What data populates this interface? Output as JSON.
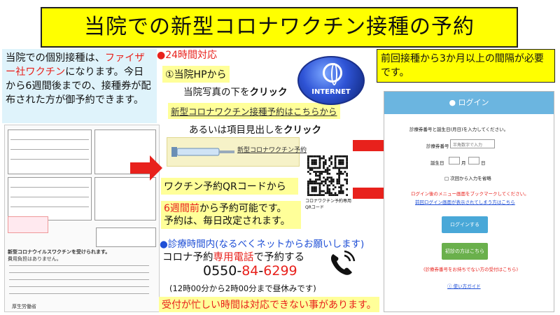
{
  "title": "当院での新型コロナワクチン接種の予約",
  "left_info": {
    "part1": "当院での個別接種は、",
    "highlight": "ファイザー社ワクチン",
    "part2": "になります。今日から6週間後までの、接種券が配布された方が御予約できます。"
  },
  "ticket_doc": {
    "caption": "新型コロナウイルスワクチンを受けられます。",
    "caption2": "費用負担はありません。",
    "ministry": "厚生労働省"
  },
  "online": {
    "heading": "●24時間対応",
    "step1": "①当院HPから",
    "click_text_1": "当院写真の下を",
    "click_word": "クリック",
    "link_text": "新型コロナワクチン接種予約はこちらから",
    "or_text_1": "あるいは項目見出しを",
    "banner_text": "新型コロナワクチン予約",
    "qr_label": "ワクチン予約QRコードから",
    "qr_caption_1": "コロナワクチン予約専用",
    "qr_caption_2": "QRコード",
    "globe_label": "INTERNET"
  },
  "schedule": {
    "weeks": "6週間前",
    "line1_rest": "から予約可能です。",
    "line2": "予約は、毎日改定されます。"
  },
  "phone": {
    "heading": "●診療時間内(なるべくネットからお願いします)",
    "line_a": "コロナ予約",
    "line_b": "専用電話",
    "line_c": "で予約する",
    "num_a": "0550-",
    "num_b": "84",
    "num_c": "-",
    "num_d": "6299",
    "hours": "(12時00分から2時00分まで昼休みです)"
  },
  "interval_note": "前回接種から3か月以上の間隔が必要です。",
  "login_panel": {
    "header": "ログイン",
    "instruction": "診療券番号と誕生日(月日)を入力してください。",
    "card_label": "診療券番号",
    "card_placeholder": "半角数字で入力",
    "birthday_label": "誕生日",
    "month": "月",
    "day": "日",
    "remember": "次回から入力を省略",
    "bookmark_note": "ログイン後のメニュー画面をブックマークしてください。",
    "link_note": "前回ログイン画面が表示されてしまう方はこちら",
    "login_button": "ログインする",
    "first_time_button": "初診の方はこちら",
    "first_time_note": "(診療券番号をお持ちでない方の受付はこちら)",
    "guide_link": "使い方ガイド"
  },
  "bottom_note": "受付が忙しい時間は対応できない事があります。",
  "colors": {
    "yellow": "#ffff00",
    "red": "#e8211c",
    "blue": "#1f4fd6",
    "login_header": "#6bb5e0"
  }
}
